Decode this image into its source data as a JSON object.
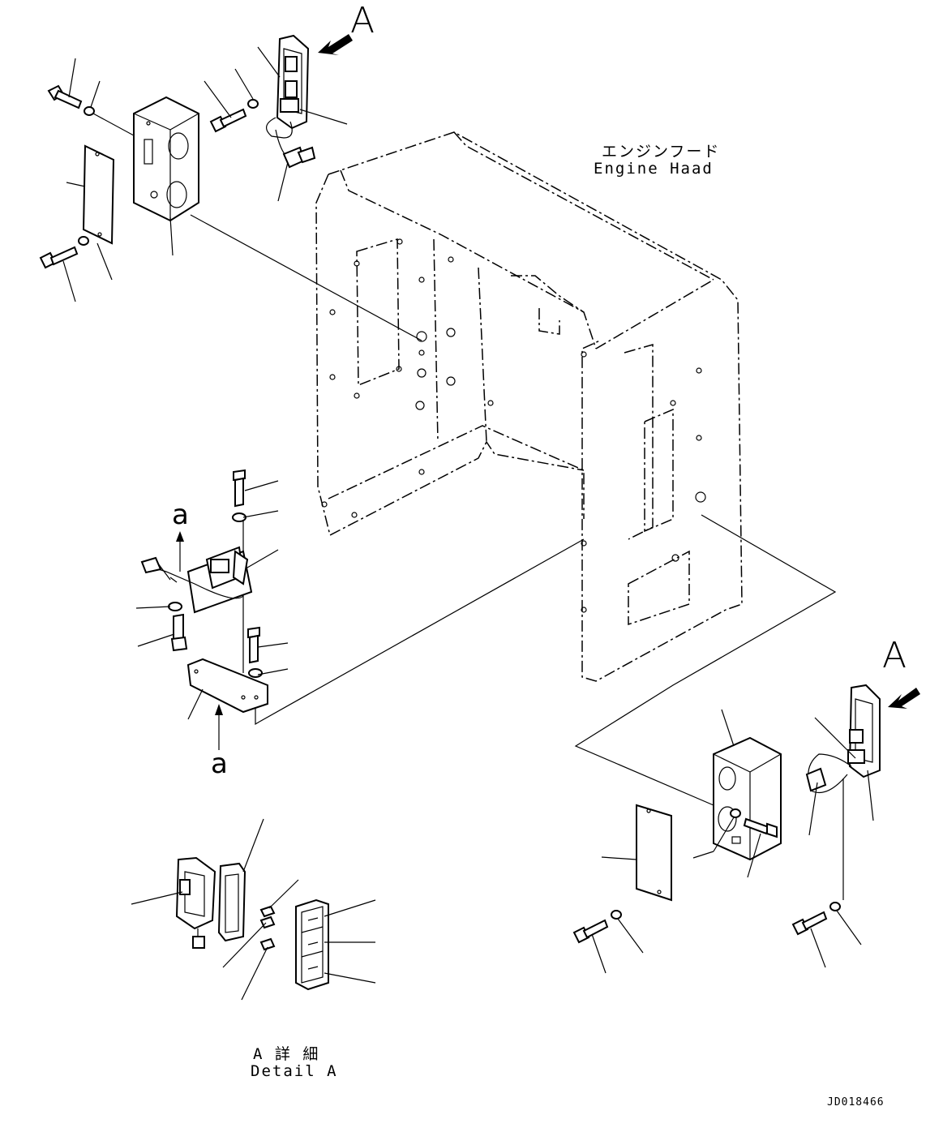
{
  "labels": {
    "view_arrow_top": "A",
    "view_arrow_right": "A",
    "ref_a_top": "a",
    "ref_a_bottom": "a",
    "hood_jp": "エンジンフード",
    "hood_en": "Engine Haad",
    "detail_jp": "A 詳 細",
    "detail_en": "Detail A",
    "drawing_number": "JD018466"
  }
}
